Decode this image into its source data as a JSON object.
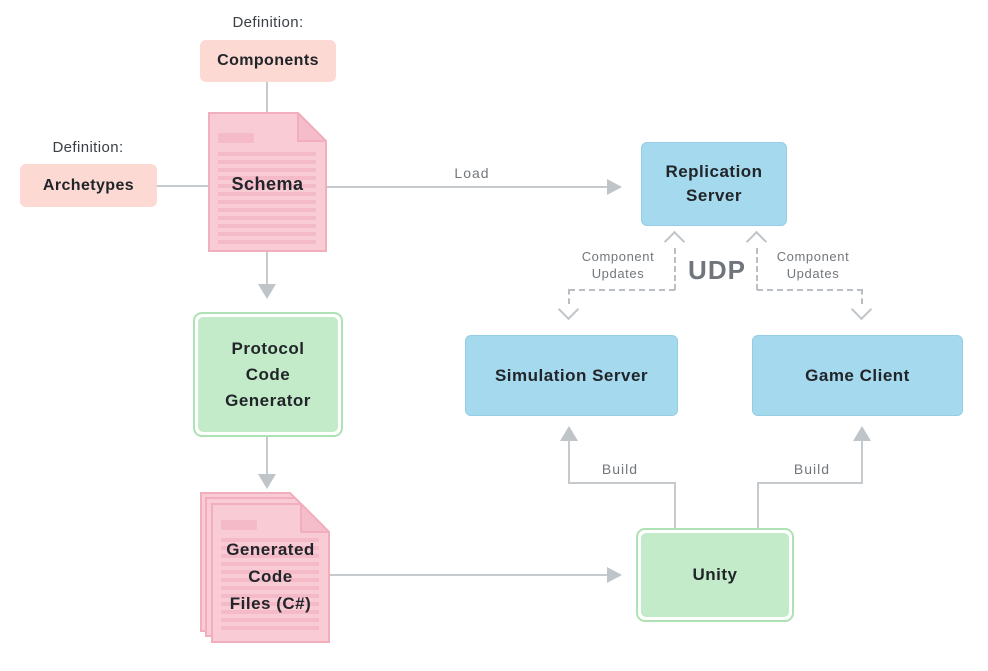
{
  "colors": {
    "pink_tag": "#fcd9d3",
    "document_fill": "#f9cbd4",
    "document_edge": "#f1aebc",
    "document_stripe": "#f4bac7",
    "document_fold": "#f5bdc9",
    "green_fill": "#c3ebc9",
    "green_border": "#ade2b4",
    "blue_fill": "#a5d9ee",
    "blue_border": "#94cde5",
    "connector_gray": "#c5cacf",
    "arrow_gray": "#bfc4c9",
    "label_gray": "#72777c",
    "udp_gray": "#6f757b",
    "text_dark": "#212529"
  },
  "diagram": {
    "captions": {
      "components_caption": "Definition:",
      "archetypes_caption": "Definition:"
    },
    "tags": {
      "components": "Components",
      "archetypes": "Archetypes"
    },
    "nodes": {
      "schema": {
        "label": "Schema"
      },
      "replication_server": {
        "lines": [
          "Replication",
          "Server"
        ]
      },
      "simulation_server": {
        "label": "Simulation Server"
      },
      "game_client": {
        "label": "Game Client"
      },
      "unity": {
        "label": "Unity"
      },
      "protocol_code_generator": {
        "lines": [
          "Protocol",
          "Code",
          "Generator"
        ]
      },
      "generated_code_files": {
        "lines": [
          "Generated",
          "Code",
          "Files (C#)"
        ]
      }
    },
    "edges": {
      "load": "Load",
      "udp": "UDP",
      "component_updates_left": {
        "lines": [
          "Component",
          "Updates"
        ]
      },
      "component_updates_right": {
        "lines": [
          "Component",
          "Updates"
        ]
      },
      "build_left": "Build",
      "build_right": "Build"
    }
  }
}
